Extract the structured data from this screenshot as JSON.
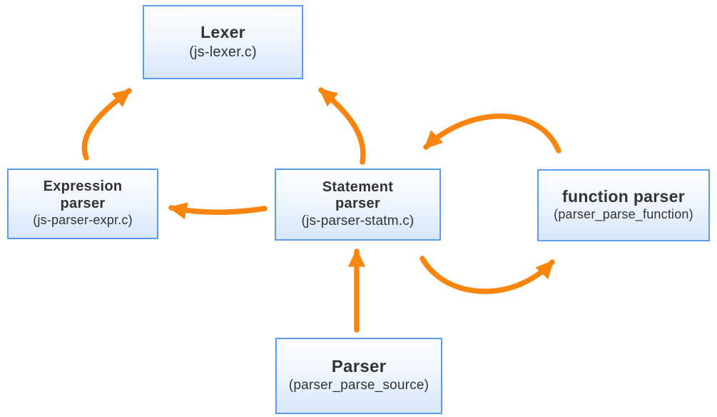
{
  "diagram": {
    "nodes": [
      {
        "id": "lexer",
        "title": "Lexer",
        "subtitle": "(js-lexer.c)"
      },
      {
        "id": "expression-parser",
        "title": "Expression\nparser",
        "subtitle": "(js-parser-expr.c)"
      },
      {
        "id": "statement-parser",
        "title": "Statement\nparser",
        "subtitle": "(js-parser-statm.c)"
      },
      {
        "id": "function-parser",
        "title": "function parser",
        "subtitle": "(parser_parse_function)"
      },
      {
        "id": "parser",
        "title": "Parser",
        "subtitle": "(parser_parse_source)"
      }
    ],
    "edges": [
      {
        "from": "expression-parser",
        "to": "lexer"
      },
      {
        "from": "statement-parser",
        "to": "lexer"
      },
      {
        "from": "statement-parser",
        "to": "expression-parser"
      },
      {
        "from": "function-parser",
        "to": "statement-parser"
      },
      {
        "from": "statement-parser",
        "to": "function-parser"
      },
      {
        "from": "parser",
        "to": "statement-parser"
      }
    ],
    "colors": {
      "arrow": "#f8860e",
      "node_border": "#5b9cf3",
      "node_fill_top": "#fefeff",
      "node_fill_bottom": "#d7e7f9",
      "text": "#333333",
      "background": "#ffffff"
    }
  }
}
